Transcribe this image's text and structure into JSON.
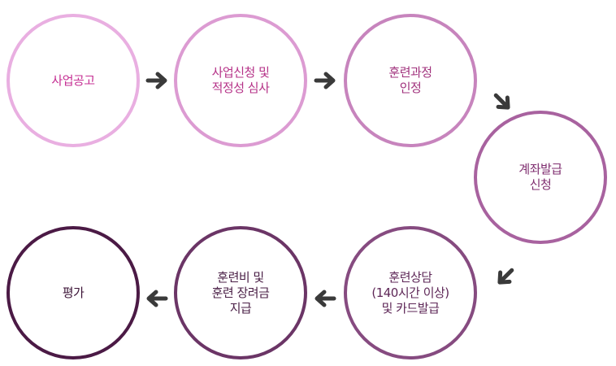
{
  "steps": [
    {
      "label": "사업공고",
      "color": "#e9afe1",
      "text_color": "#c52f93"
    },
    {
      "label": "사업신청 및\n적정성 심사",
      "color": "#dc9bd2",
      "text_color": "#b53187"
    },
    {
      "label": "훈련과정\n인정",
      "color": "#c784bd",
      "text_color": "#a0317c"
    },
    {
      "label": "계좌발급\n신청",
      "color": "#a8629f",
      "text_color": "#7f2d6f"
    },
    {
      "label": "훈련상담\n(140시간 이상)\n및 카드발급",
      "color": "#864b80",
      "text_color": "#5e2757"
    },
    {
      "label": "훈련비 및\n훈련 장려금\n지급",
      "color": "#6b3566",
      "text_color": "#4a1f46"
    },
    {
      "label": "평가",
      "color": "#4b1a45",
      "text_color": "#3b1336"
    }
  ],
  "arrows": [
    {
      "direction": "right"
    },
    {
      "direction": "right"
    },
    {
      "direction": "down-right"
    },
    {
      "direction": "down-left"
    },
    {
      "direction": "left"
    },
    {
      "direction": "left"
    }
  ],
  "arrow_color": "#3a3a3a"
}
